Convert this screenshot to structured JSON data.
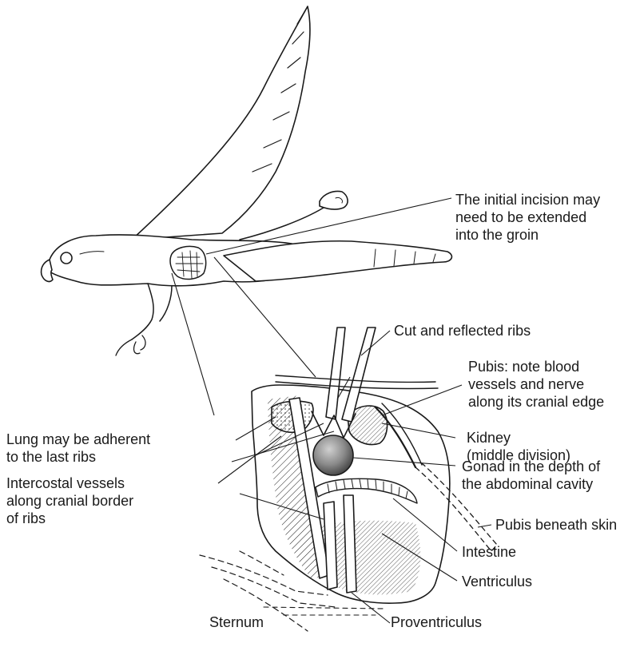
{
  "labels": {
    "incision": [
      "The initial incision may",
      "need to be extended",
      "into the groin"
    ],
    "cut_ribs": "Cut and reflected ribs",
    "pubis": [
      "Pubis: note blood",
      "vessels and nerve",
      "along its cranial edge"
    ],
    "lung": [
      "Lung may be adherent",
      "to the last ribs"
    ],
    "kidney": [
      "Kidney",
      "(middle division)"
    ],
    "intercostal": [
      "Intercostal vessels",
      "along cranial border",
      "of ribs"
    ],
    "gonad": [
      "Gonad in the depth of",
      "the abdominal cavity"
    ],
    "pubis_skin": "Pubis beneath skin",
    "intestine": "Intestine",
    "ventriculus": "Ventriculus",
    "sternum": "Sternum",
    "proventriculus": "Proventriculus"
  },
  "colors": {
    "ink": "#1a1a1a",
    "gonad_fill": "#8a8a8a",
    "paper": "#ffffff"
  }
}
